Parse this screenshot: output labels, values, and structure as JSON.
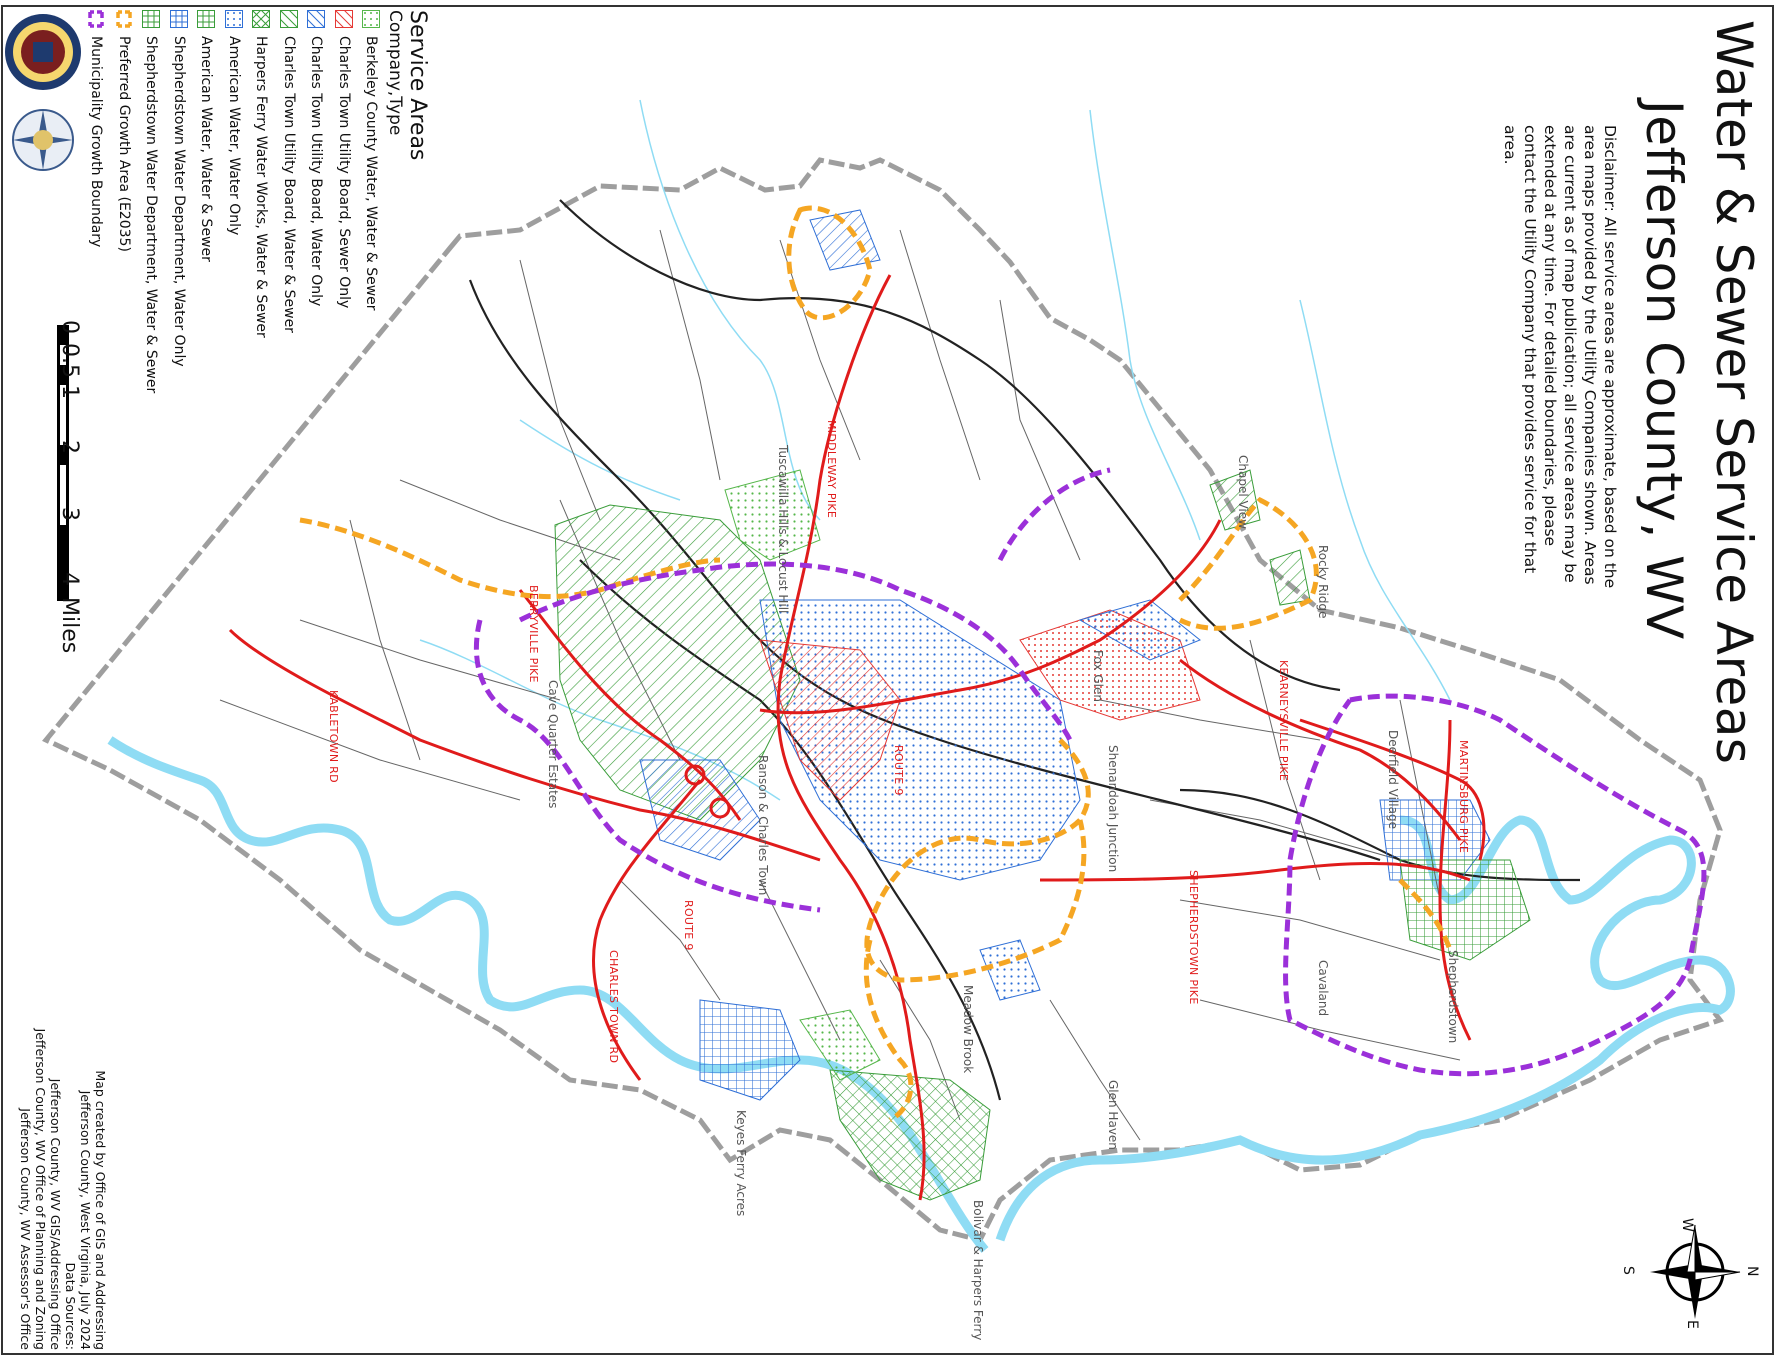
{
  "title": "Water & Sewer Service Areas",
  "subtitle": "Jefferson County, WV",
  "disclaimer": "Disclaimer: All service areas are approximate, based on the area maps provided by the Utility Companies shown. Areas are current as of map publication; all service areas may be extended at any time. For detailed boundaries, please contact the Utility Company that provides service for that area.",
  "legend": {
    "heading": "Service Areas",
    "subheading": "Company,Type",
    "items": [
      {
        "label": "Berkeley County Water, Water & Sewer",
        "color": "#55b64a",
        "pattern": "dots"
      },
      {
        "label": "Charles Town Utility Board, Sewer Only",
        "color": "#e53935",
        "pattern": "diagonal"
      },
      {
        "label": "Charles Town Utility Board, Water Only",
        "color": "#2f6fd6",
        "pattern": "diagonal"
      },
      {
        "label": "Charles Town Utility Board, Water & Sewer",
        "color": "#3a9d3a",
        "pattern": "diagonal"
      },
      {
        "label": "Harpers Ferry Water Works, Water & Sewer",
        "color": "#3a9d3a",
        "pattern": "crosshatch"
      },
      {
        "label": "American Water, Water Only",
        "color": "#2f6fd6",
        "pattern": "dots"
      },
      {
        "label": "American Water, Water & Sewer",
        "color": "#3a9d3a",
        "pattern": "grid"
      },
      {
        "label": "Shepherdstown Water Department, Water Only",
        "color": "#2f6fd6",
        "pattern": "grid"
      },
      {
        "label": "Shepherdstown Water Department, Water & Sewer",
        "color": "#3a9d3a",
        "pattern": "grid"
      },
      {
        "label": "Preferred Growth Area (E2035)",
        "color": "#f5a623",
        "pattern": "dashed-line"
      },
      {
        "label": "Municipality Growth Boundary",
        "color": "#9b30d9",
        "pattern": "dashed-line"
      }
    ]
  },
  "scale": {
    "ticks": [
      "0",
      "0.5",
      "1",
      "2",
      "3",
      "4"
    ],
    "unit": "Miles"
  },
  "north_arrow": {
    "N": "N",
    "E": "E",
    "S": "S",
    "W": "W"
  },
  "credits": [
    "Map created by Office of GIS and Addressing",
    "Jefferson County, West Virginia, July 2024",
    "Data Sources:",
    "Jefferson County, WV GIS/Addressing Office",
    "Jefferson County, WV Office of Planning and Zoning",
    "Jefferson County, WV Assessor's Office"
  ],
  "places": {
    "chapel_view": "Chapel View",
    "rocky_ridge": "Rocky Ridge",
    "fox_glen": "Fox Glen",
    "deerfield_village": "Deerfield Village",
    "shenandoah_junction": "Shenandoah Junction",
    "shepherdstown": "Shepherdstown",
    "cavaland": "Cavaland",
    "tuscawilla": "Tuscawilla Hills & Locust Hill",
    "cave_quarter": "Cave Quarter Estates",
    "ranson": "Ranson & Charles Town",
    "meadow_brook": "Meadow Brook",
    "glen_haven": "Glen Haven",
    "bolivar": "Bolivar & Harpers Ferry",
    "keyes_ferry": "Keyes Ferry Acres"
  },
  "roads": {
    "middleway": "MIDDLEWAY PIKE",
    "berryville": "BERRYVILLE PIKE",
    "kabletown": "KABLETOWN RD",
    "kearneysville": "KEARNEYSVILLE PIKE",
    "martinsburg": "MARTINSBURG PIKE",
    "shepherdstown": "SHEPHERDSTOWN PIKE",
    "route9": "ROUTE 9",
    "charlestown": "CHARLES TOWN RD",
    "route9b": "ROUTE 9"
  },
  "colors": {
    "water": "#8fdcf4",
    "county_boundary": "#9e9e9e",
    "major_road": "#e01b1b",
    "highway": "#222222",
    "growth_area": "#f5a623",
    "municipal_boundary": "#9b30d9"
  }
}
